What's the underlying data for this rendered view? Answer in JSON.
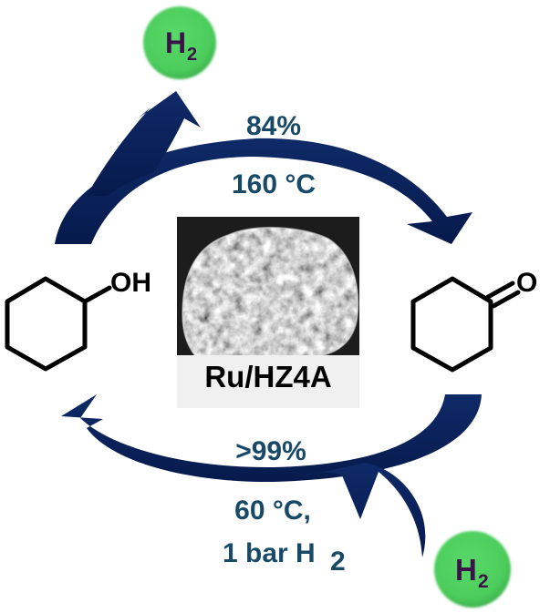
{
  "diagram": {
    "title": "Cyclohexanol / cyclohexanone hydrogen storage cycle",
    "catalyst": {
      "label": "Ru/HZ4A",
      "image": "SEM micrograph of catalyst particle"
    },
    "molecules": {
      "left": {
        "name": "cyclohexanol",
        "substituent": "OH"
      },
      "right": {
        "name": "cyclohexanone",
        "substituent": "O"
      }
    },
    "top_reaction": {
      "direction": "cyclohexanol to cyclohexanone (dehydrogenation)",
      "yield": "84%",
      "temperature": "160 °C",
      "gas_released": {
        "base": "H",
        "sub": "2"
      }
    },
    "bottom_reaction": {
      "direction": "cyclohexanone to cyclohexanol (hydrogenation)",
      "yield": ">99%",
      "temperature": "60 °C,",
      "pressure_prefix": "1 bar H",
      "pressure_sub": "2",
      "gas_consumed": {
        "base": "H",
        "sub": "2"
      }
    },
    "colors": {
      "arrow": "#0d2560",
      "arrow_dark": "#061640",
      "label_text": "#184a68",
      "h2_bubble": "#4fd060",
      "h2_text": "#3b1249",
      "catalyst_bg": "#f0f0f0"
    }
  }
}
